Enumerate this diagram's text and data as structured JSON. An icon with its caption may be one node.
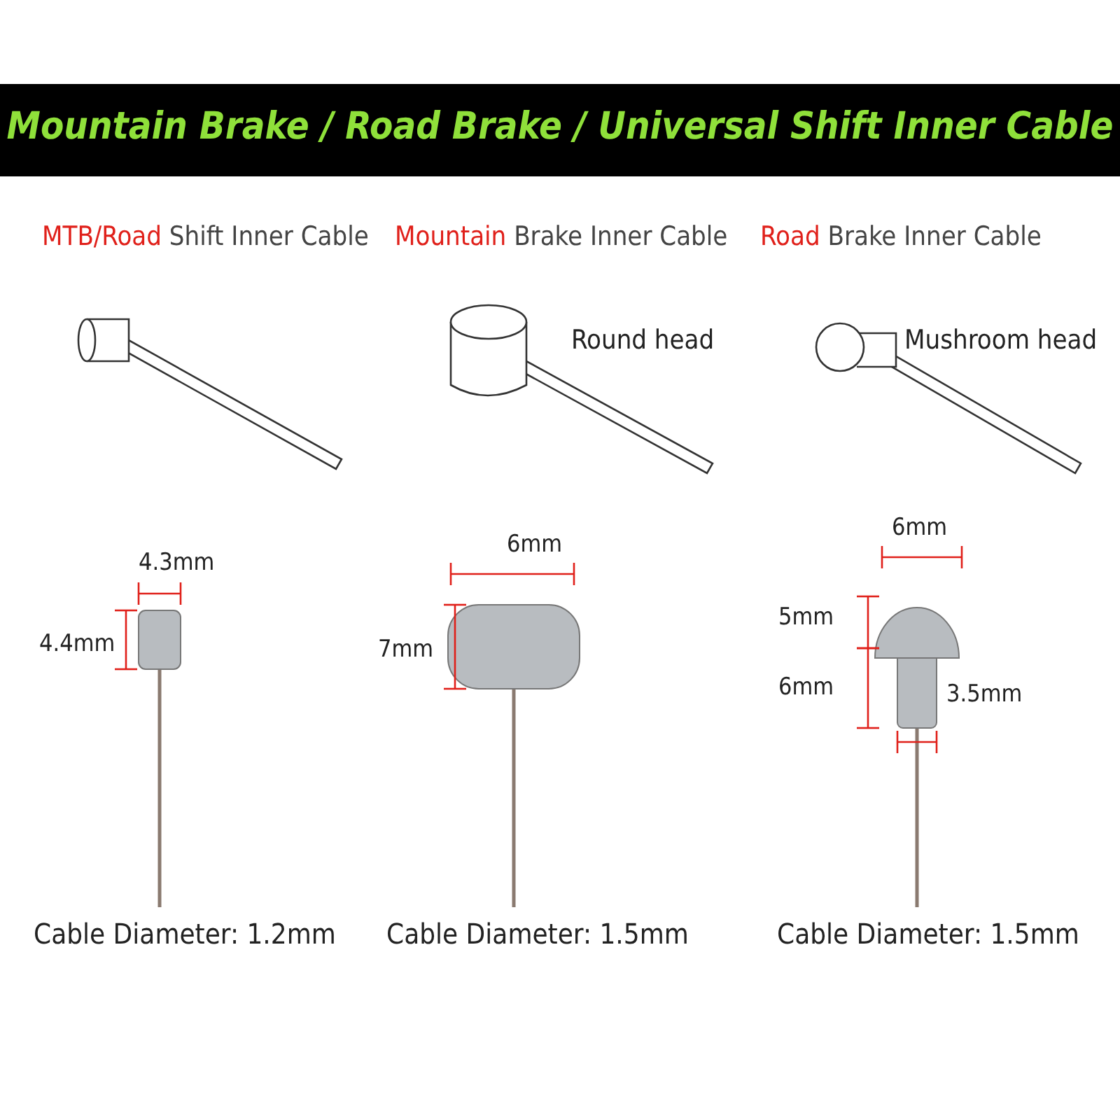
{
  "diagram": {
    "title": "Mountain Brake / Road Brake / Universal Shift Inner Cable",
    "labels": [
      "MTB/Road Shift Inner Cable",
      "Mountain Brake Inner Cable",
      "Road Brake Inner Cable",
      "Round head",
      "Mushroom head",
      "4.3mm",
      "4.4mm",
      "6mm",
      "7mm",
      "6mm",
      "5mm",
      "6mm",
      "3.5mm",
      "Cable Diameter: 1.2mm",
      "Cable Diameter: 1.5mm",
      "Cable Diameter: 1.5mm"
    ]
  }
}
